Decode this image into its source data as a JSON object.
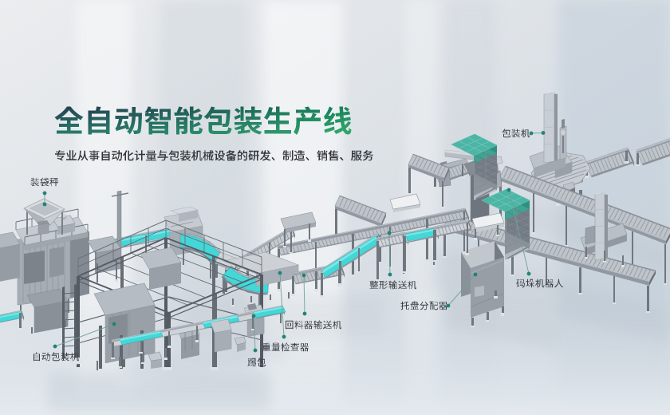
{
  "page": {
    "title": "全自动智能包装生产线",
    "subtitle": "专业从事自动化计量与包装机械设备的研发、制造、销售、服务"
  },
  "colors": {
    "title_gradient_start": "#2b4d55",
    "title_gradient_end": "#0fa162",
    "subtitle_text": "#2f343a",
    "label_text": "#3a3f45",
    "leader_accent": "#1f8177",
    "belt_cyan": "#43d7d7",
    "stack_teal": "#4cb5a5"
  },
  "labels": [
    {
      "id": "bagging-scale",
      "text": "装袋秤"
    },
    {
      "id": "packing-machine",
      "text": "包装机"
    },
    {
      "id": "auto-bagging-machine",
      "text": "自动包装机"
    },
    {
      "id": "bag-kicker",
      "text": "踢包"
    },
    {
      "id": "checkweigher",
      "text": "重量检查器"
    },
    {
      "id": "return-conveyor",
      "text": "回料器输送机"
    },
    {
      "id": "shaping-conveyor",
      "text": "整形输送机"
    },
    {
      "id": "pallet-dispenser",
      "text": "托盘分配器"
    },
    {
      "id": "palletizing-robot",
      "text": "码垛机器人"
    }
  ]
}
